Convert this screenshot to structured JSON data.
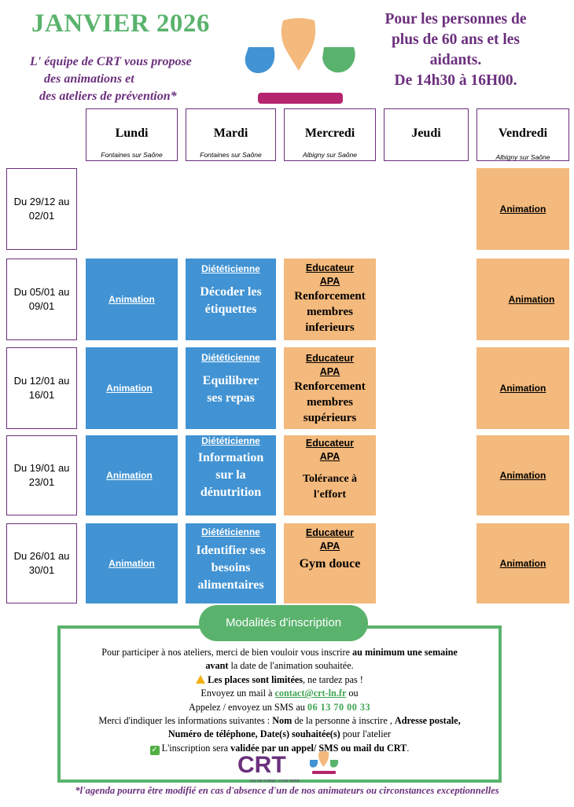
{
  "header": {
    "title": "JANVIER 2026",
    "intro_line1": "L' équipe de CRT vous propose",
    "intro_line2": "des animations et",
    "intro_line3": "des ateliers de prévention*",
    "audience_line1": "Pour les personnes de",
    "audience_line2": "plus de 60 ans et les",
    "audience_line3": "aidants.",
    "audience_line4": "De 14h30 à 16H00."
  },
  "days": [
    {
      "name": "Lundi",
      "location": "Fontaines sur Saône"
    },
    {
      "name": "Mardi",
      "location": "Fontaines sur Saône"
    },
    {
      "name": "Mercredi",
      "location": "Albigny sur Saône"
    },
    {
      "name": "Jeudi",
      "location": ""
    },
    {
      "name": "Vendredi",
      "location": "Albigny sur Saône"
    }
  ],
  "weeks": [
    {
      "label": "Du 29/12 au 02/01",
      "monday": "",
      "tuesday_head": "",
      "tuesday_body": "",
      "wednesday_head": "",
      "wednesday_body": "",
      "friday": "Animation"
    },
    {
      "label": "Du 05/01 au 09/01",
      "monday": "Animation",
      "tuesday_head": "Diététicienne",
      "tuesday_body": "Décoder les étiquettes",
      "wednesday_head": "Educateur APA",
      "wednesday_body": "Renforcement membres inferieurs",
      "friday": "Animation"
    },
    {
      "label": "Du 12/01 au 16/01",
      "monday": "Animation",
      "tuesday_head": "Diététicienne",
      "tuesday_body": "Equilibrer ses repas",
      "wednesday_head": "Educateur APA",
      "wednesday_body": "Renforcement membres supérieurs",
      "friday": "Animation"
    },
    {
      "label": "Du 19/01 au 23/01",
      "monday": "Animation",
      "tuesday_head": "Diététicienne",
      "tuesday_body": "Information sur la dénutrition",
      "wednesday_head": "Educateur APA",
      "wednesday_body": "Tolérance à l'effort",
      "friday": "Animation"
    },
    {
      "label": "Du 26/01 au 30/01",
      "monday": "Animation",
      "tuesday_head": "Diététicienne",
      "tuesday_body": "Identifier ses besoins alimentaires",
      "wednesday_head": "Educateur APA",
      "wednesday_body": "Gym douce",
      "friday": "Animation"
    }
  ],
  "inscription": {
    "title": "Modalités d'inscription",
    "p1_a": "Pour participer à nos ateliers, merci de bien vouloir vous inscrire ",
    "p1_b": "au minimum une semaine",
    "p1_c": "avant",
    "p1_d": " la date de l'animation souhaitée.",
    "p2_a": "Les places sont limitées",
    "p2_b": ", ne tardez pas !",
    "p3_a": "Envoyez un mail à ",
    "email": "contact@crt-ln.fr",
    "p3_b": " ou",
    "p4_a": "Appelez / envoyez un SMS au ",
    "phone": "06 13 70 00 33",
    "p5_a": "Merci d'indiquer les informations suivantes : ",
    "p5_b": "Nom",
    "p5_c": " de la personne à inscrire , ",
    "p5_d": "Adresse postale,",
    "p6_a": "Numéro de téléphone, Date(s) souhaitée(s)",
    "p6_b": " pour l'atelier",
    "p7_a": "L'inscription sera ",
    "p7_b": "validée par un appel/ SMS ou mail du CRT",
    "p7_c": "."
  },
  "logo": {
    "name": "CRT",
    "tagline": "VAL DE SAÔNE · LYON NORD"
  },
  "footnote": "*l'agenda pourra être modifié en cas d'absence d'un de nos animateurs ou circonstances exceptionnelles",
  "colors": {
    "green": "#5ab36d",
    "purple": "#6b2f7d",
    "blue": "#4193d3",
    "orange": "#f4b97c"
  }
}
